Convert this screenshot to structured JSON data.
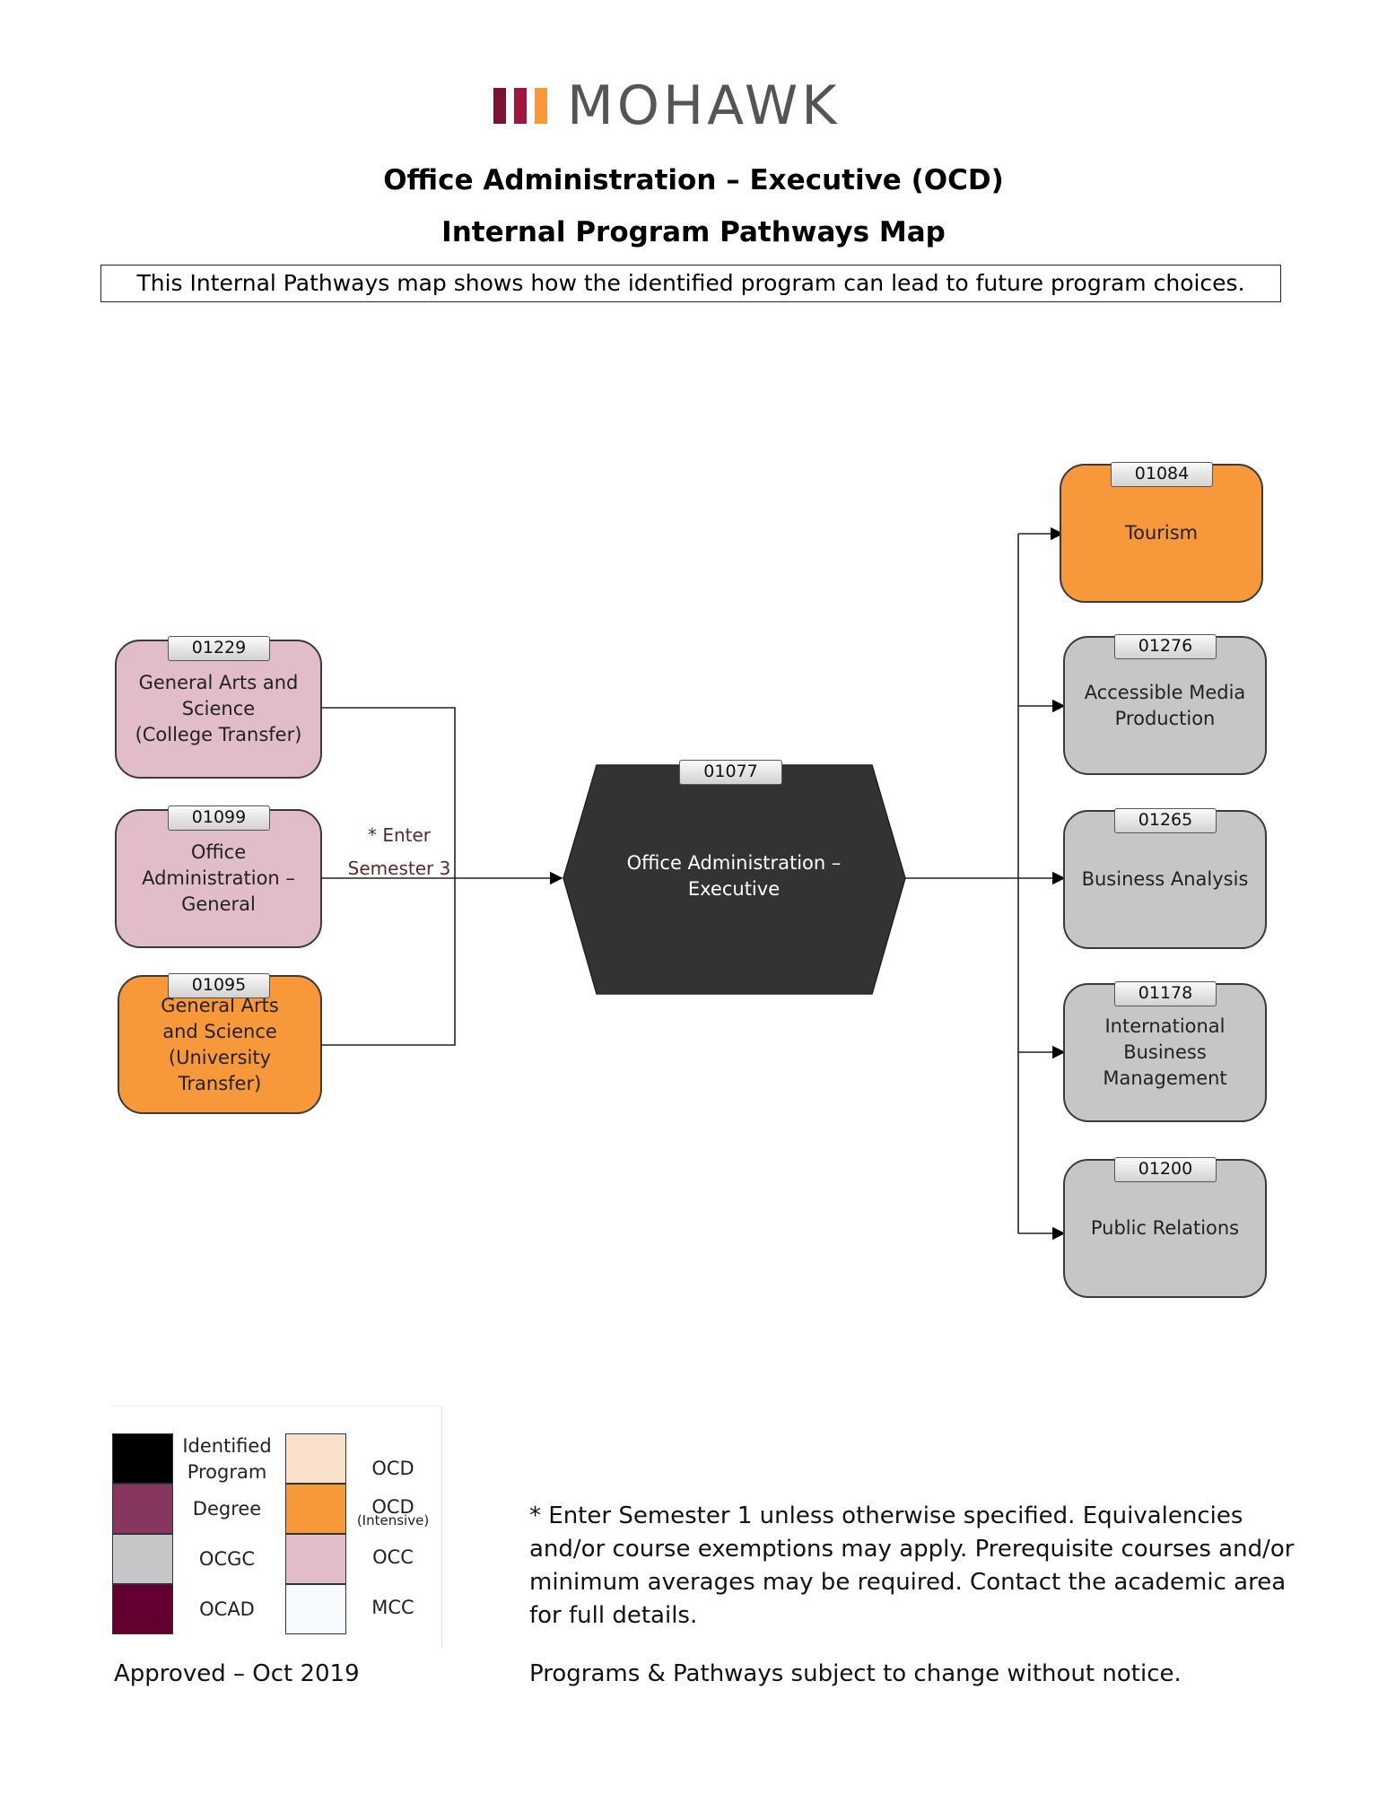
{
  "header": {
    "logo_text": "MOHAWK",
    "title": "Office Administration – Executive (OCD)",
    "subtitle": "Internal Program Pathways Map",
    "intro": "This Internal Pathways map shows how the identified program can lead to future program choices."
  },
  "colors": {
    "identified": "#000000",
    "degree": "#86365f",
    "ocgc": "#c4c6c8",
    "ocad": "#630031",
    "ocd_intensive": "#f8e0cb",
    "ocd": "#f7993a",
    "occ": "#e1bcca",
    "mcc": "#f6fafd",
    "logo_bars": [
      "#7a1331",
      "#a0173c",
      "#f7993a"
    ]
  },
  "diagram": {
    "inputs": [
      {
        "code": "01229",
        "label": "General Arts and\nScience\n(College Transfer)",
        "category": "OCC"
      },
      {
        "code": "01099",
        "label": "Office\nAdministration –\nGeneral",
        "category": "OCC"
      },
      {
        "code": "01095",
        "label": "General Arts\nand Science\n(University Transfer)",
        "category": "OCD"
      }
    ],
    "entry_note": "* Enter\nSemester 3",
    "center": {
      "code": "01077",
      "label": "Office Administration –\nExecutive",
      "category": "Identified Program"
    },
    "outputs": [
      {
        "code": "01084",
        "label": "Tourism",
        "category": "OCD"
      },
      {
        "code": "01276",
        "label": "Accessible Media\nProduction",
        "category": "OCGC"
      },
      {
        "code": "01265",
        "label": "Business Analysis",
        "category": "OCGC"
      },
      {
        "code": "01178",
        "label": "International\nBusiness\nManagement",
        "category": "OCGC"
      },
      {
        "code": "01200",
        "label": "Public Relations",
        "category": "OCGC"
      }
    ]
  },
  "legend": {
    "left": [
      {
        "label": "Identified\nProgram",
        "color_key": "identified"
      },
      {
        "label": "Degree",
        "color_key": "degree"
      },
      {
        "label": "OCGC",
        "color_key": "ocgc"
      },
      {
        "label": "OCAD",
        "color_key": "ocad"
      }
    ],
    "right": [
      {
        "label": "OCD",
        "sub": "(Intensive)",
        "color_key": "ocd_intensive"
      },
      {
        "label": "OCD",
        "color_key": "ocd"
      },
      {
        "label": "OCC",
        "color_key": "occ"
      },
      {
        "label": "MCC",
        "color_key": "mcc"
      }
    ]
  },
  "footer": {
    "disclaimer": "* Enter Semester 1 unless otherwise specified. Equivalencies and/or course exemptions may apply. Prerequisite courses and/or minimum averages may be required. Contact the academic area for full details.",
    "approved": "Approved – Oct 2019",
    "subject_to_change": "Programs & Pathways subject to change without notice."
  }
}
